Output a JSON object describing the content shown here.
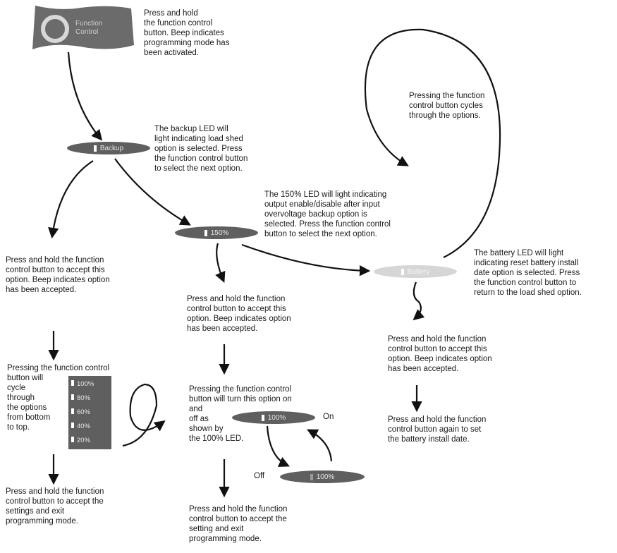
{
  "button": {
    "label": "Function\nControl"
  },
  "steps": {
    "press_hold": "Press and hold\nthe function control\nbutton.  Beep indicates\nprogramming mode has\nbeen activated.",
    "backup_desc": "The backup LED will\nlight indicating load shed\noption is selected.  Press\nthe function control button\nto select the next option.",
    "cycle_desc": "Pressing the function\ncontrol button cycles\nthrough the options.",
    "pct_desc": "The 150% LED will light indicating\noutput enable/disable after input\novervoltage backup option is\nselected.  Press the function control\nbutton to select the next option.",
    "battery_desc": "The battery LED will light\nindicating reset battery install\ndate option is selected. Press\nthe function control button to\nreturn to the load shed option.",
    "accept_left": "Press and hold the function\ncontrol button to accept this\noption.  Beep indicates option\nhas been accepted.",
    "accept_mid": "Press and hold the function\ncontrol button to accept this\noption.  Beep indicates option\nhas been accepted.",
    "accept_right": "Press and hold the function\ncontrol button to accept this\noption.  Beep indicates option\nhas been accepted.",
    "cycle_left": "Pressing the function control\nbutton will\ncycle\nthrough\nthe options\nfrom bottom\nto top.",
    "toggle_mid": "Pressing the function control\nbutton will turn this option on\nand\noff as\nshown by\nthe 100% LED.",
    "exit_left": "Press and hold the function\ncontrol button to accept the\nsettings and exit\nprogramming mode.",
    "exit_mid": "Press and hold the function\ncontrol button to accept the\nsetting and exit\nprogramming mode.",
    "battery_date": "Press and hold the function\ncontrol button again to set\nthe battery install date."
  },
  "pills": {
    "backup": "Backup",
    "pct150": "150%",
    "battery": "Battery",
    "on_pill": "100%",
    "off_pill": "100%"
  },
  "labels": {
    "on": "On",
    "off": "Off"
  },
  "led_panel": [
    "100%",
    "80%",
    "60%",
    "40%",
    "20%"
  ],
  "colors": {
    "pill": "#5f5f5f",
    "pill_light": "#d6d6d6",
    "arrow": "#111111"
  }
}
